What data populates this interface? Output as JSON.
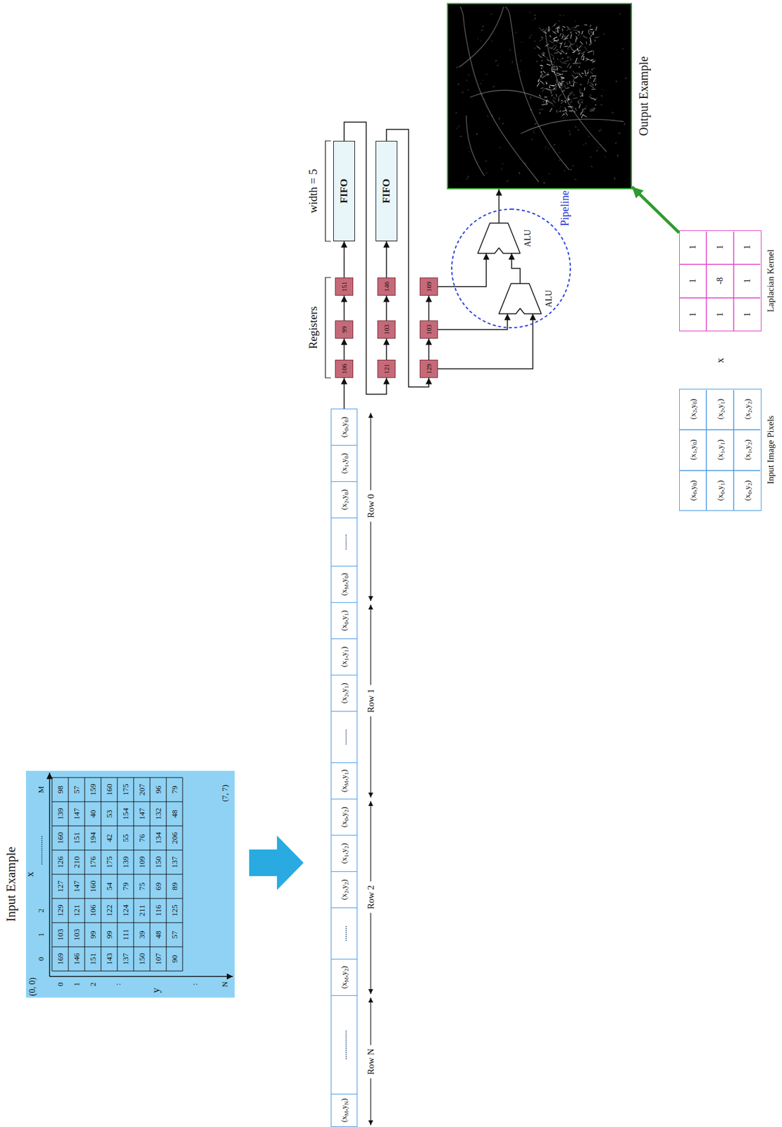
{
  "diagram": {
    "nodes": [
      {
        "text": [
          "Input Example"
        ]
      },
      {
        "text": [
          "(xM,yN)"
        ]
      },
      {
        "text": [
          "..............."
        ]
      },
      {
        "text": [
          "(xM,y2)"
        ]
      },
      {
        "text": [
          "........"
        ]
      },
      {
        "text": [
          "(x2,y2)"
        ]
      },
      {
        "text": [
          "(x1,y2)"
        ]
      },
      {
        "text": [
          "(x0,y2)"
        ]
      },
      {
        "text": [
          "(xM,y1)"
        ]
      },
      {
        "text": [
          "........"
        ]
      },
      {
        "text": [
          "(x2,y1)"
        ]
      },
      {
        "text": [
          "(x1,y1)"
        ]
      },
      {
        "text": [
          "(x0,y1)"
        ]
      },
      {
        "text": [
          "(xM,y0)"
        ]
      },
      {
        "text": [
          "........"
        ]
      },
      {
        "text": [
          "(x2,y0)"
        ]
      },
      {
        "text": [
          "(x1,y0)"
        ]
      },
      {
        "text": [
          "(x0,y0)"
        ]
      },
      {
        "text": [
          "106"
        ]
      },
      {
        "text": [
          "99"
        ]
      },
      {
        "text": [
          "151"
        ]
      },
      {
        "text": [
          "FIFO"
        ]
      },
      {
        "text": [
          "121"
        ]
      },
      {
        "text": [
          "103"
        ]
      },
      {
        "text": [
          "146"
        ]
      },
      {
        "text": [
          "FIFO"
        ]
      },
      {
        "text": [
          "129"
        ]
      },
      {
        "text": [
          "103"
        ]
      },
      {
        "text": [
          "169"
        ]
      },
      {
        "text": [
          "Pipeline"
        ]
      },
      {
        "text": [
          "ALU"
        ],
        "in": 29
      },
      {
        "text": [
          "ALU"
        ],
        "in": 29
      },
      {
        "text": [
          "Output Example"
        ]
      },
      {
        "text": [
          "Input Image Pixels"
        ]
      },
      {
        "text": [
          "Laplacian Kernel"
        ]
      }
    ],
    "edges": [
      {
        "from": 17,
        "to": 18,
        "arrow": "to"
      },
      {
        "from": 18,
        "to": 19,
        "arrow": "to"
      },
      {
        "from": 19,
        "to": 20,
        "arrow": "to"
      },
      {
        "from": 20,
        "to": 21,
        "arrow": "to"
      },
      {
        "from": 21,
        "to": 22,
        "arrow": "to"
      },
      {
        "from": 22,
        "to": 23,
        "arrow": "to"
      },
      {
        "from": 23,
        "to": 24,
        "arrow": "to"
      },
      {
        "from": 24,
        "to": 25,
        "arrow": "to"
      },
      {
        "from": 25,
        "to": 26,
        "arrow": "to"
      },
      {
        "from": 26,
        "to": 27,
        "arrow": "to"
      },
      {
        "from": 27,
        "to": 28,
        "arrow": "to"
      },
      {
        "from": 26,
        "to": 30,
        "arrow": "to"
      },
      {
        "from": 27,
        "to": 30,
        "arrow": "to"
      },
      {
        "from": 28,
        "to": 31,
        "arrow": "to"
      },
      {
        "from": 30,
        "to": 31,
        "arrow": "to"
      },
      {
        "from": 31,
        "to": 32,
        "arrow": "to"
      },
      {
        "from": 34,
        "to": 32,
        "arrow": "to"
      }
    ],
    "labels": [
      "(0, 0)",
      "x",
      "0",
      "1",
      "2",
      "...............",
      "M",
      "y",
      "0",
      "1",
      "2",
      ":",
      ":",
      "N",
      "169",
      "103",
      "129",
      "127",
      "126",
      "160",
      "139",
      "98",
      "146",
      "103",
      "121",
      "147",
      "210",
      "151",
      "147",
      "57",
      "151",
      "99",
      "106",
      "160",
      "176",
      "194",
      "40",
      "159",
      "143",
      "99",
      "122",
      "54",
      "175",
      "42",
      "53",
      "160",
      "137",
      "111",
      "124",
      "79",
      "139",
      "55",
      "154",
      "175",
      "150",
      "39",
      "211",
      "75",
      "109",
      "76",
      "147",
      "207",
      "107",
      "48",
      "116",
      "69",
      "150",
      "134",
      "132",
      "96",
      "90",
      "57",
      "125",
      "89",
      "137",
      "206",
      "48",
      "79",
      "(7, 7)",
      "Row N",
      "Row 2",
      "Row 1",
      "Row 0",
      "Registers",
      "width = 5",
      "(x0,y0)",
      "(x1,y0)",
      "(x2,y0)",
      "(x0,y1)",
      "(x1,y1)",
      "(x2,y1)",
      "(x0,y2)",
      "(x1,y2)",
      "(x2,y2)",
      "x",
      "1",
      "1",
      "1",
      "1",
      "-8",
      "1",
      "1",
      "1",
      "1"
    ]
  }
}
